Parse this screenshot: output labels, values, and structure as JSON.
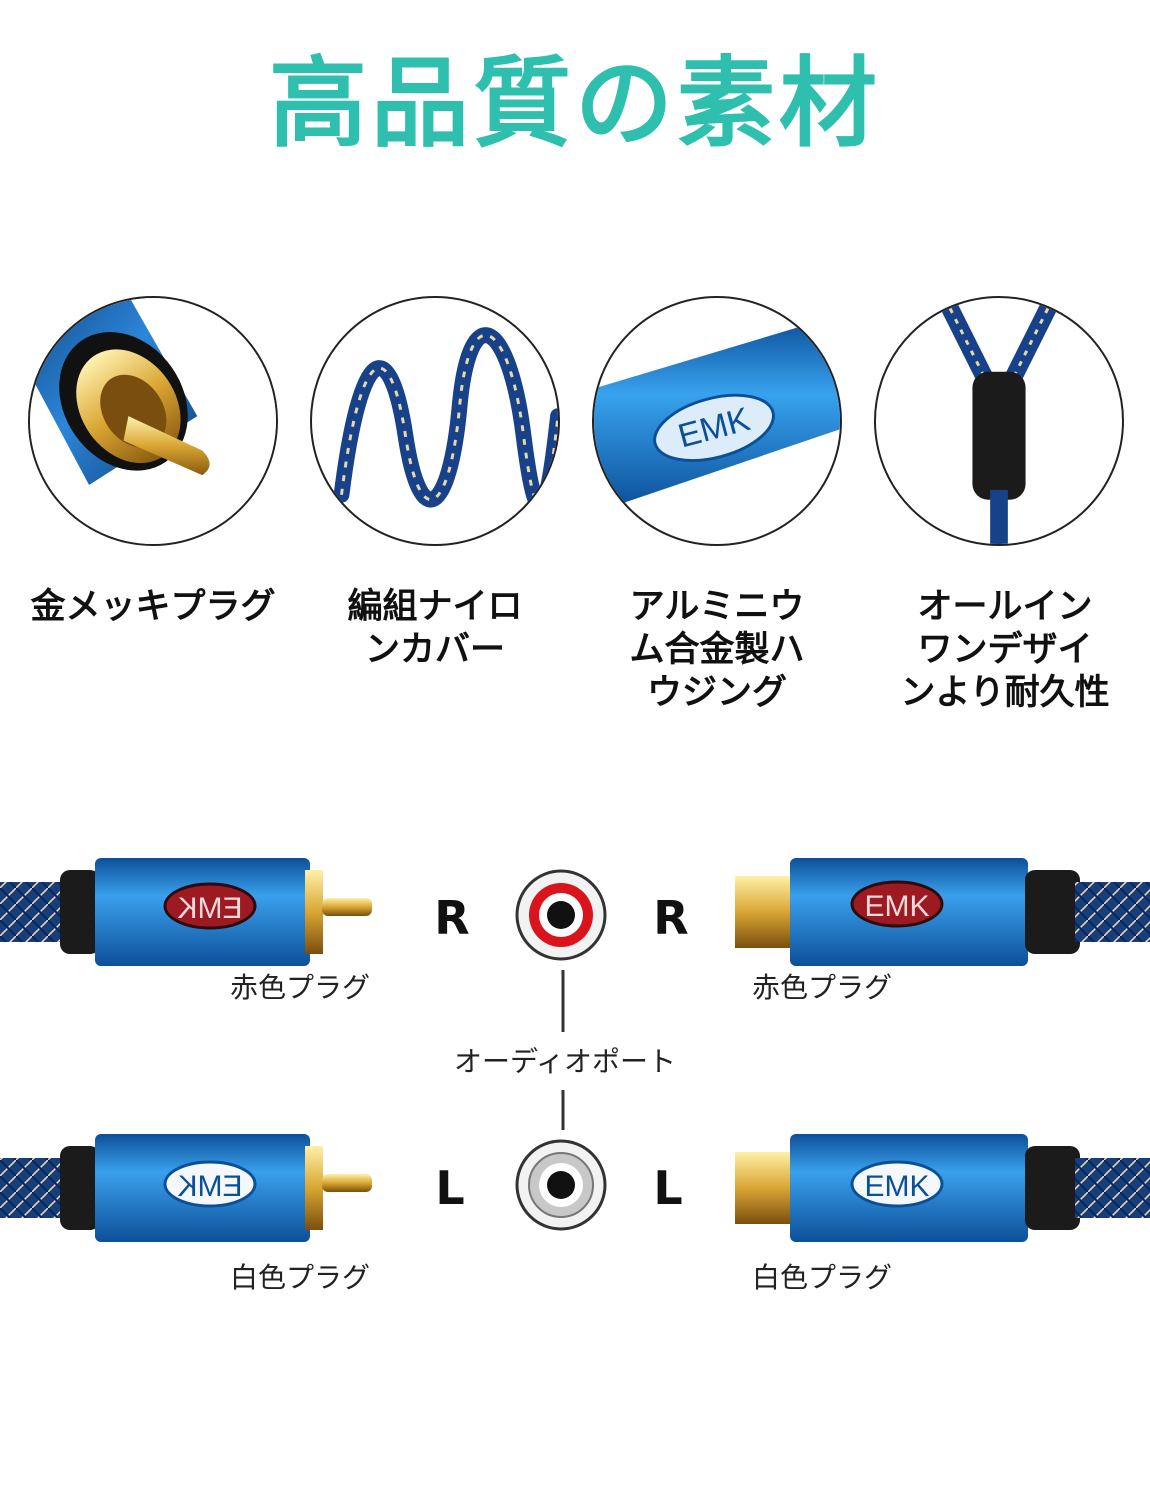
{
  "title": "高品質の素材",
  "colors": {
    "accent": "#2fbfae",
    "cable_blue": "#1a63b8",
    "gold": "#d9a633",
    "red": "#d9141d"
  },
  "features": [
    {
      "label": "金メッキプラグ"
    },
    {
      "label": "編組ナイロ\nンカバー"
    },
    {
      "label": "アルミニウ\nム合金製ハ\nウジング"
    },
    {
      "label": "オールイン\nワンデザイ\nンより耐久性"
    }
  ],
  "brand": "EMK",
  "diagram": {
    "red_plug_left_label": "赤色プラグ",
    "red_plug_right_label": "赤色プラグ",
    "white_plug_left_label": "白色プラグ",
    "white_plug_right_label": "白色プラグ",
    "r_left": "R",
    "r_right": "R",
    "l_left": "L",
    "l_right": "L",
    "audio_port_label": "オーディオポート"
  }
}
